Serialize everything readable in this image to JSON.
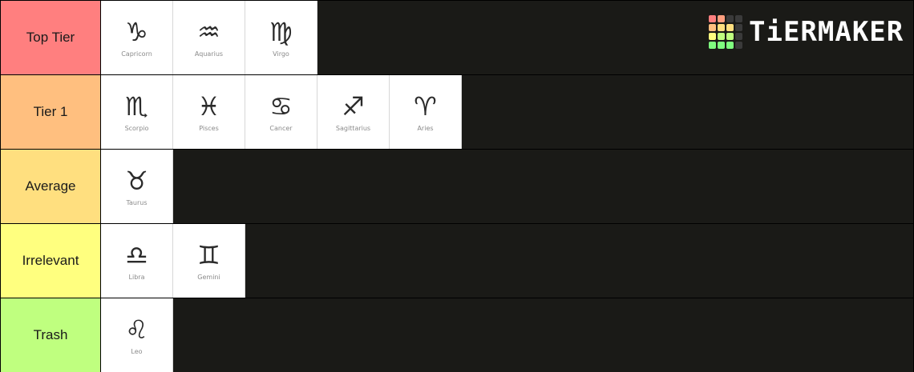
{
  "logo": {
    "text": "TiERMAKER",
    "grid_colors": [
      "#ff7f7f",
      "#ff9f7f",
      "#3a3a3a",
      "#3a3a3a",
      "#ffbf7f",
      "#ffdf7f",
      "#ffdf7f",
      "#3a3a3a",
      "#ffff7f",
      "#bfff7f",
      "#bfff7f",
      "#3a3a3a",
      "#7fff7f",
      "#7fff7f",
      "#7fff7f",
      "#3a3a3a"
    ]
  },
  "tiers": [
    {
      "label": "Top Tier",
      "color": "#ff7f7f",
      "items": [
        {
          "glyph": "♑",
          "name": "Capricorn",
          "icon": "capricorn-icon"
        },
        {
          "glyph": "♒",
          "name": "Aquarius",
          "icon": "aquarius-icon"
        },
        {
          "glyph": "♍",
          "name": "Virgo",
          "icon": "virgo-icon"
        }
      ]
    },
    {
      "label": "Tier 1",
      "color": "#ffbf7f",
      "items": [
        {
          "glyph": "♏",
          "name": "Scorpio",
          "icon": "scorpio-icon"
        },
        {
          "glyph": "♓",
          "name": "Pisces",
          "icon": "pisces-icon"
        },
        {
          "glyph": "♋",
          "name": "Cancer",
          "icon": "cancer-icon"
        },
        {
          "glyph": "♐",
          "name": "Sagittarius",
          "icon": "sagittarius-icon"
        },
        {
          "glyph": "♈",
          "name": "Aries",
          "icon": "aries-icon"
        }
      ]
    },
    {
      "label": "Average",
      "color": "#ffdf7f",
      "items": [
        {
          "glyph": "♉",
          "name": "Taurus",
          "icon": "taurus-icon"
        }
      ]
    },
    {
      "label": "Irrelevant",
      "color": "#ffff7f",
      "items": [
        {
          "glyph": "♎",
          "name": "Libra",
          "icon": "libra-icon"
        },
        {
          "glyph": "♊",
          "name": "Gemini",
          "icon": "gemini-icon"
        }
      ]
    },
    {
      "label": "Trash",
      "color": "#bfff7f",
      "items": [
        {
          "glyph": "♌",
          "name": "Leo",
          "icon": "leo-icon"
        }
      ]
    }
  ]
}
